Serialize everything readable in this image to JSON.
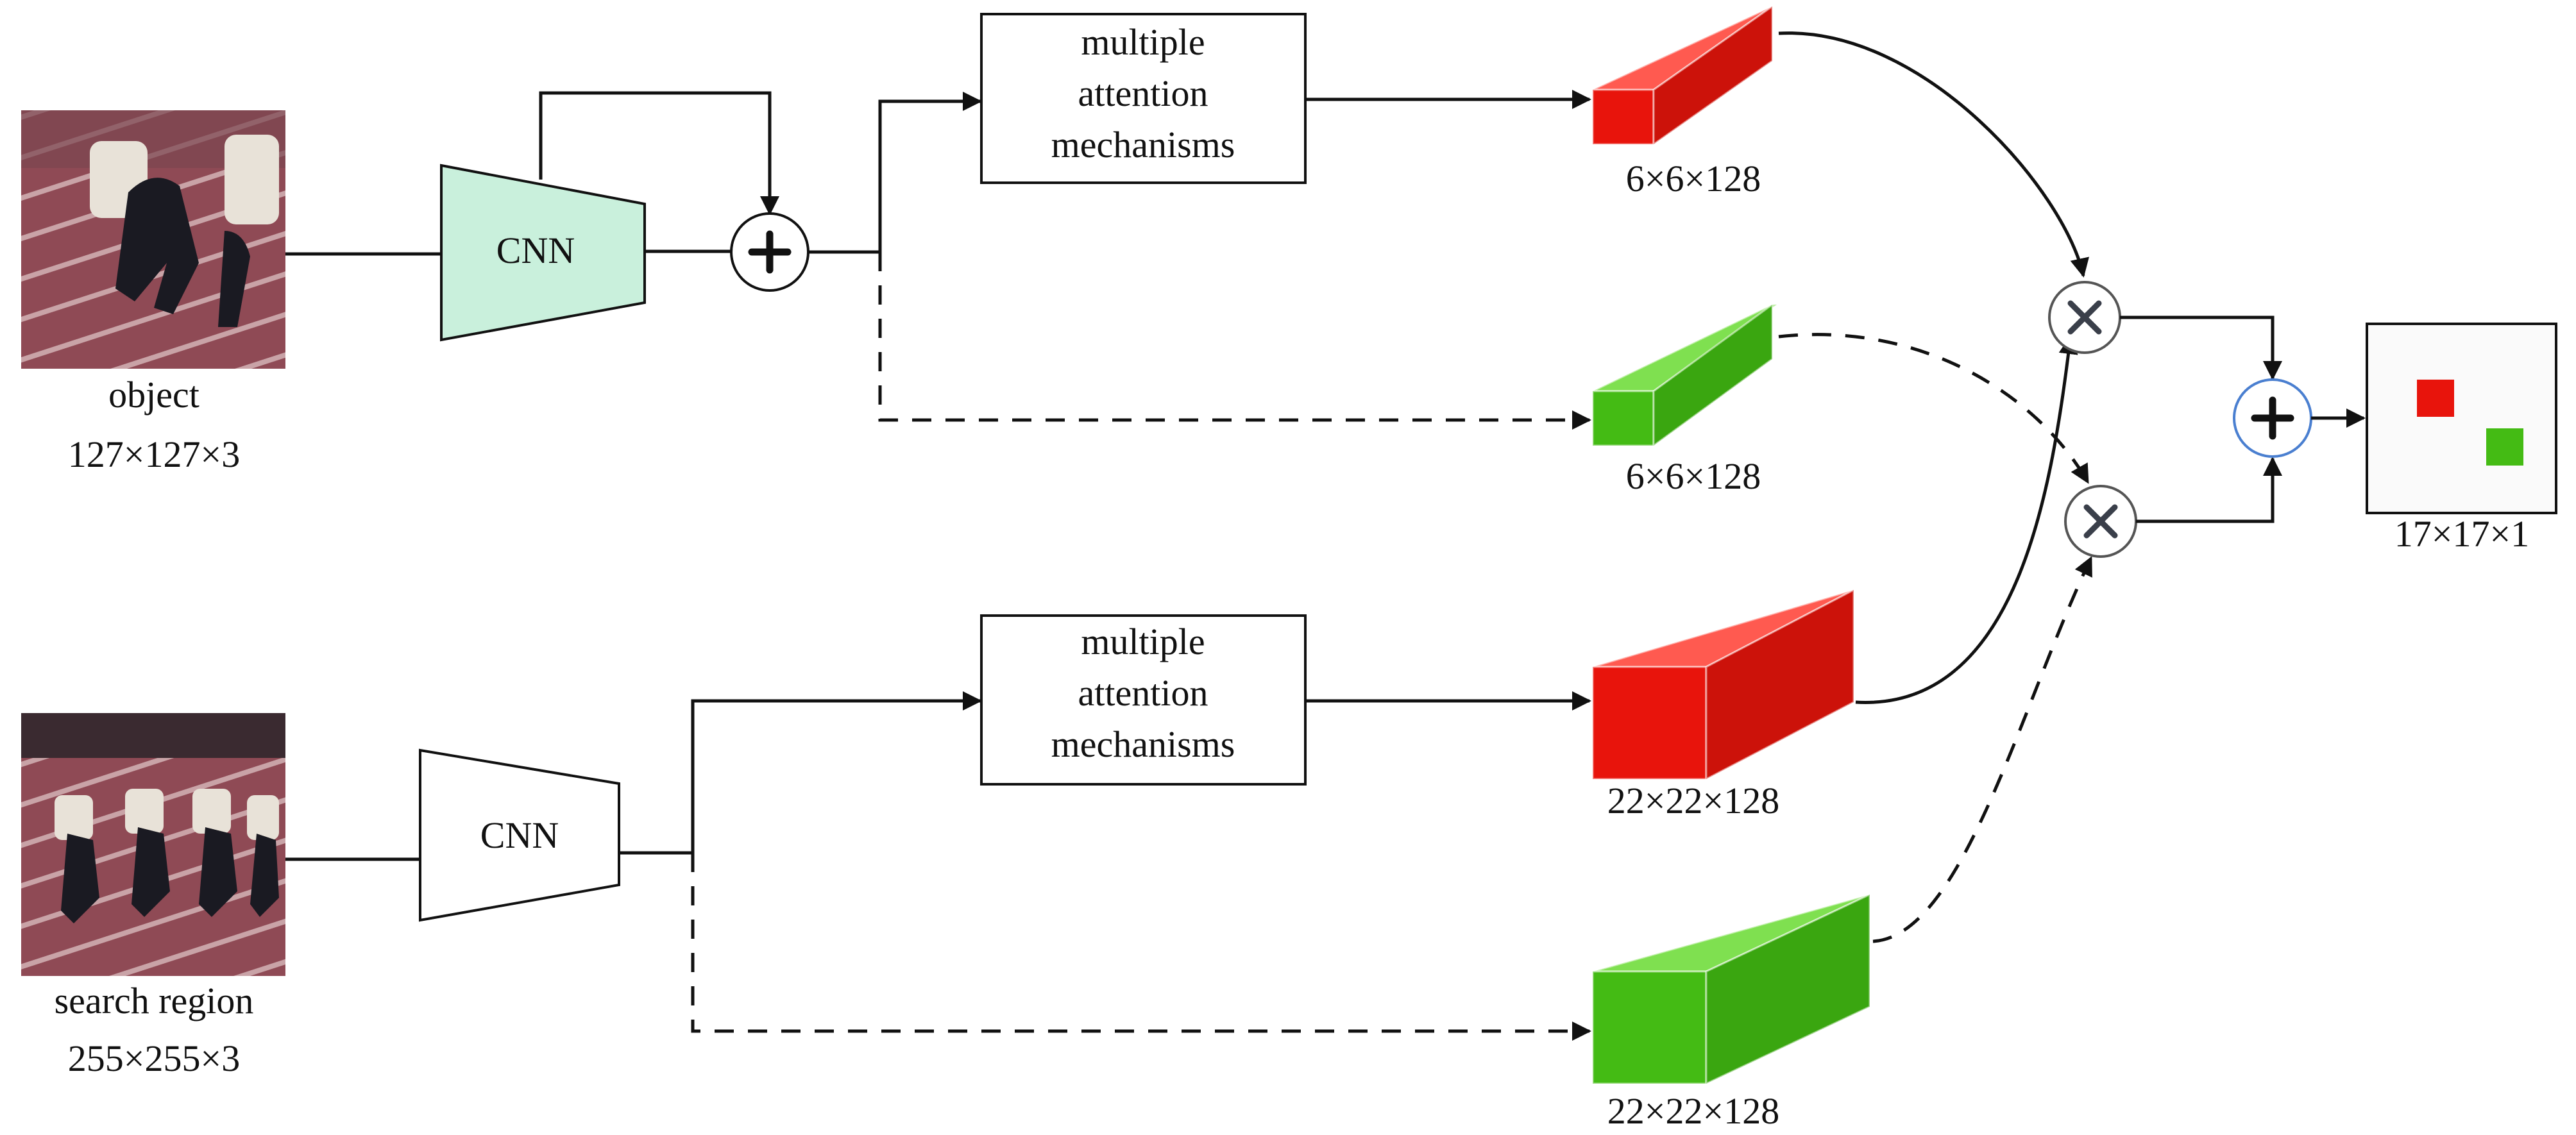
{
  "inputs": {
    "object": {
      "label": "object",
      "size": "127×127×3"
    },
    "search": {
      "label": "search region",
      "size": "255×255×3"
    }
  },
  "cnn": {
    "top": "CNN",
    "bottom": "CNN"
  },
  "attention": {
    "top": [
      "multiple",
      "attention",
      "mechanisms"
    ],
    "bottom": [
      "multiple",
      "attention",
      "mechanisms"
    ]
  },
  "features": {
    "red_small": "6×6×128",
    "green_small": "6×6×128",
    "red_large": "22×22×128",
    "green_large": "22×22×128"
  },
  "output": {
    "size": "17×17×1"
  },
  "colors": {
    "red": "#e8140c",
    "green": "#44bb14",
    "cnn_fill": "#c9f0dc",
    "sum_node_stroke": "#4a7fd0"
  }
}
